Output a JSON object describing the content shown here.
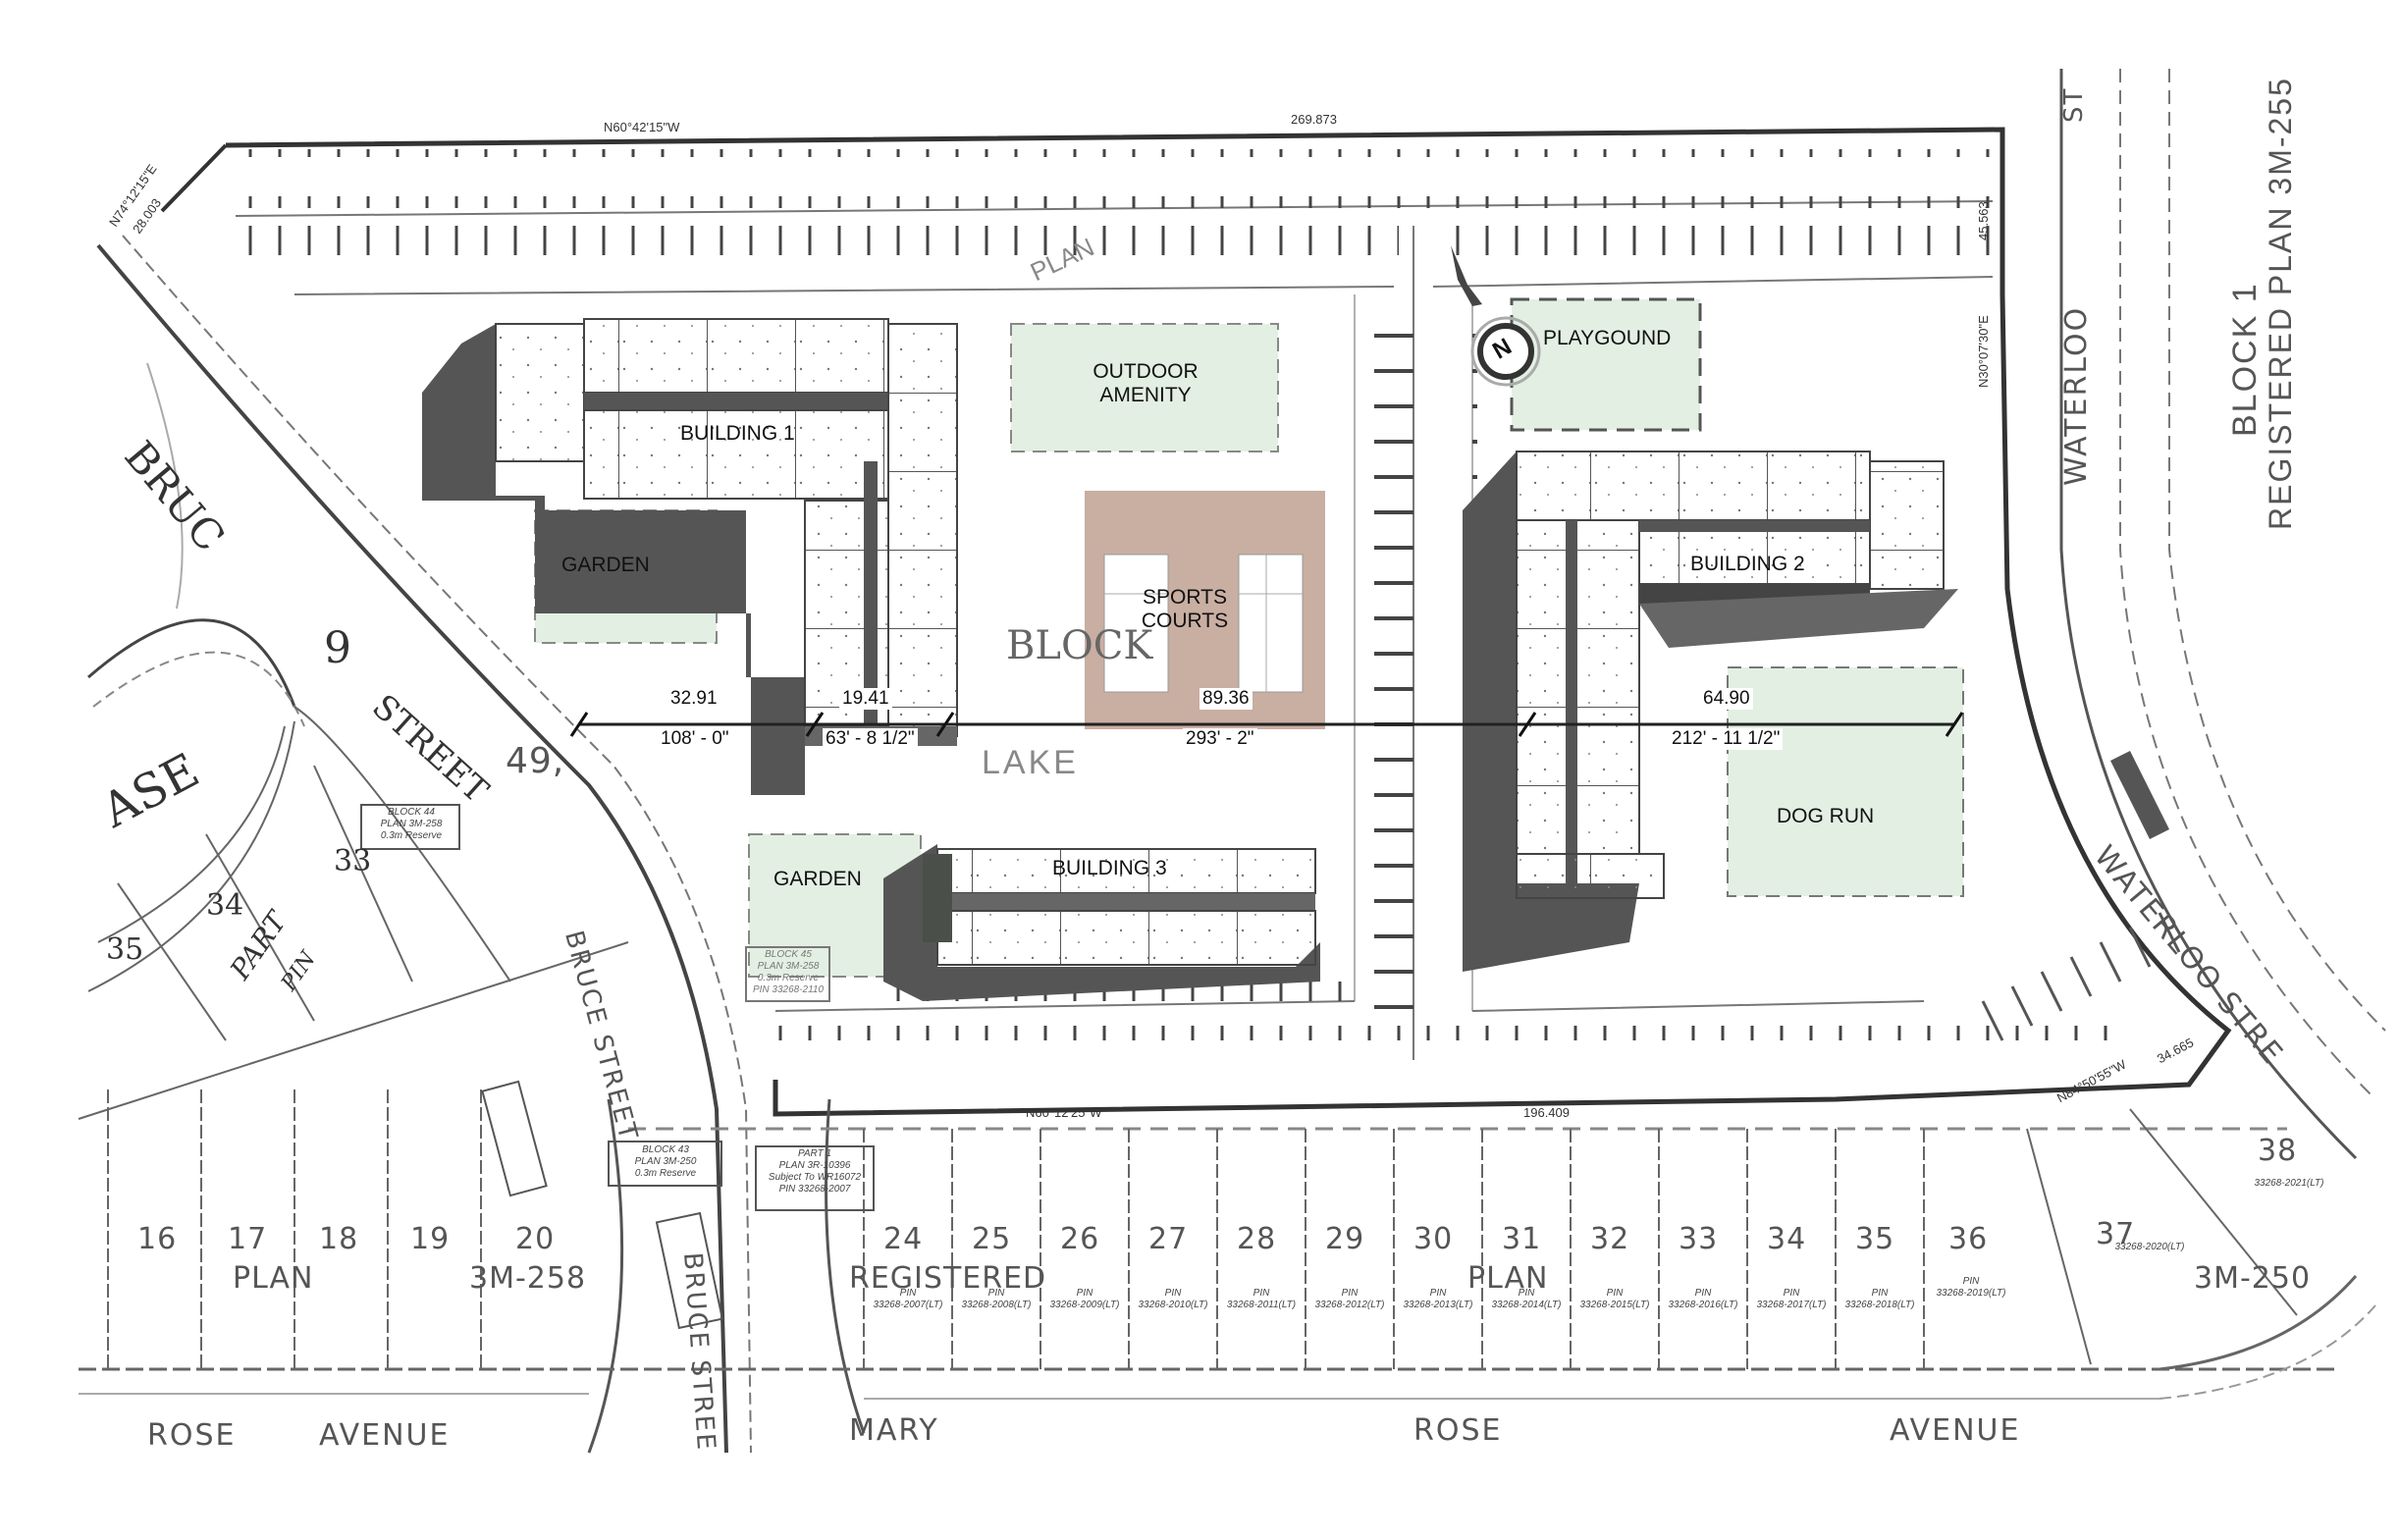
{
  "site_plan": {
    "amenities": {
      "building_1": "BUILDING 1",
      "building_2": "BUILDING 2",
      "building_3": "BUILDING 3",
      "garden_1": "GARDEN",
      "garden_2": "GARDEN",
      "outdoor_amenity_line1": "OUTDOOR",
      "outdoor_amenity_line2": "AMENITY",
      "sports_courts_line1": "SPORTS",
      "sports_courts_line2": "COURTS",
      "playground": "PLAYGOUND",
      "dog_run": "DOG RUN"
    },
    "dimensions": {
      "seg1_metric": "32.91",
      "seg1_imperial": "108' - 0\"",
      "seg2_metric": "19.41",
      "seg2_imperial": "63' - 8 1/2\"",
      "seg3_metric": "89.36",
      "seg3_imperial": "293' - 2\"",
      "seg4_metric": "64.90",
      "seg4_imperial": "212' - 11 1/2\""
    },
    "survey": {
      "north_bearing": "N60°42'15\"W",
      "north_distance": "269.873",
      "south_bearing": "N60°12'25\"W",
      "south_distance": "196.409",
      "nw_bearing": "N74°12'15\"E",
      "nw_distance": "28.003",
      "east_bearing": "N30°07'30\"E",
      "east_distance": "45.563",
      "se_bearing": "N84°50'55\"W",
      "se_distance": "34.665"
    },
    "compass": {
      "letter": "N"
    },
    "streets": {
      "rose_avenue_w1": "ROSE",
      "rose_avenue_w2": "AVENUE",
      "rose_avenue_e1": "ROSE",
      "rose_avenue_e2": "AVENUE",
      "mary": "MARY",
      "bruce_street_1": "BRUCE STREET",
      "bruce_street_2": "BRUCE STREE",
      "bruce_top": "BRUC",
      "waterloo_1": "WATERLOO",
      "waterloo_2": "WATERLOO STRE",
      "waterloo_top": "ST",
      "chase": "ASE",
      "street_nine": "9",
      "street_word": "STREET",
      "street_49": "49,",
      "block": "BLOCK",
      "lake": "LAKE",
      "plan_diag": "PLAN"
    },
    "block_labels": {
      "block1_line1": "BLOCK 1",
      "block1_line2": "REGISTERED PLAN 3M-255",
      "block44_line1": "BLOCK 44",
      "block44_line2": "PLAN 3M-258",
      "block44_line3": "0.3m Reserve",
      "block45_line1": "BLOCK 45",
      "block45_line2": "PLAN 3M-258",
      "block45_line3": "0.3m Reserve",
      "block45_line4": "PIN 33268-2110",
      "block43_line1": "BLOCK 43",
      "block43_line2": "PLAN 3M-250",
      "block43_line3": "0.3m Reserve",
      "part1_line1": "PART 1",
      "part1_line2": "PLAN 3R-10396",
      "part1_line3": "Subject To WR16072",
      "part1_line4": "PIN 33268-2007"
    },
    "lots_west": [
      {
        "num": "16"
      },
      {
        "num": "17"
      },
      {
        "num": "18"
      },
      {
        "num": "19"
      },
      {
        "num": "20"
      }
    ],
    "lots_west_text": {
      "plan": "PLAN",
      "plan_no": "3M-258"
    },
    "lots_east": [
      {
        "num": "24",
        "pin": "33268-2007(LT)"
      },
      {
        "num": "25",
        "pin": "33268-2008(LT)"
      },
      {
        "num": "26",
        "pin": "33268-2009(LT)"
      },
      {
        "num": "27",
        "pin": "33268-2010(LT)"
      },
      {
        "num": "28",
        "pin": "33268-2011(LT)"
      },
      {
        "num": "29",
        "pin": "33268-2012(LT)"
      },
      {
        "num": "30",
        "pin": "33268-2013(LT)"
      },
      {
        "num": "31",
        "pin": "33268-2014(LT)"
      },
      {
        "num": "32",
        "pin": "33268-2015(LT)"
      },
      {
        "num": "33",
        "pin": "33268-2016(LT)"
      },
      {
        "num": "34",
        "pin": "33268-2017(LT)"
      },
      {
        "num": "35",
        "pin": "33268-2018(LT)"
      },
      {
        "num": "36",
        "pin": "33268-2019(LT)"
      }
    ],
    "lots_east_text": {
      "registered": "REGISTERED",
      "plan": "PLAN",
      "plan_no": "3M-250",
      "pin_label": "PIN"
    },
    "lots_misc": {
      "lot37": "37",
      "lot37_pin": "33268-2020(LT)",
      "lot38": "38",
      "lot38_pin": "33268-2021(LT)",
      "lot33": "33",
      "lot34": "34",
      "lot35": "35",
      "part": "PART",
      "pin": "PIN"
    },
    "colors": {
      "green_space": "#e3efe3",
      "sports_court": "#c9aea2",
      "building_shadow": "#5a5a5a",
      "line": "#333333"
    }
  }
}
